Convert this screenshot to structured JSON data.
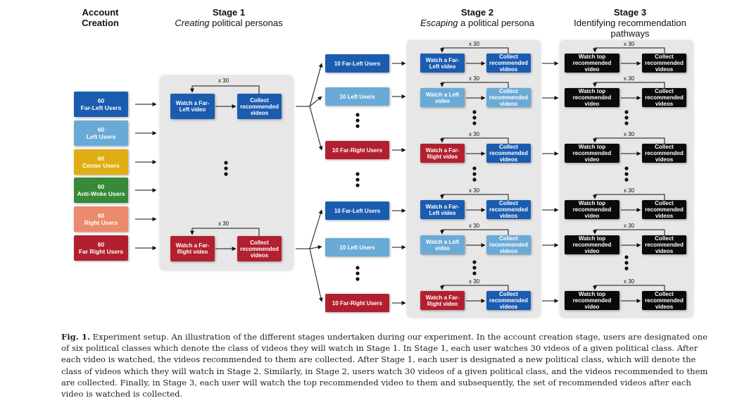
{
  "headers": {
    "account": {
      "line1": "Account",
      "line2": "Creation"
    },
    "stage1": {
      "title": "Stage 1",
      "sub_em": "Creating",
      "sub_rest": " political personas"
    },
    "stage2": {
      "title": "Stage 2",
      "sub_em": "Escaping",
      "sub_rest": " a political persona"
    },
    "stage3": {
      "title": "Stage 3",
      "sub": "Identifying recommendation pathways"
    }
  },
  "accounts": [
    {
      "count": "60",
      "label": "Far-Left Users",
      "color": "#1a5cb0"
    },
    {
      "count": "60",
      "label": "Left Users",
      "color": "#6aaad7"
    },
    {
      "count": "60",
      "label": "Center Users",
      "color": "#e0ad12"
    },
    {
      "count": "60",
      "label": "Anti-Woke Users",
      "color": "#368a38"
    },
    {
      "count": "60",
      "label": "Right Users",
      "color": "#ec8a6c"
    },
    {
      "count": "60",
      "label": "Far Right Users",
      "color": "#b2202f"
    }
  ],
  "stage1": {
    "top": {
      "watch": "Watch a Far-Left video",
      "collect": "Collect recommended videos",
      "repeat": "x 30"
    },
    "bottom": {
      "watch": "Watch a Far-Right video",
      "collect": "Collect recommended videos",
      "repeat": "x 30"
    }
  },
  "reassign": [
    "10 Far-Left Users",
    "10 Left Users",
    "10 Far-Right Users",
    "10 Far-Left Users",
    "10 Left Users",
    "10 Far-Right Users"
  ],
  "stage2_rows": [
    {
      "watch": "Watch a Far-Left video",
      "collect": "Collect recommended videos",
      "repeat": "x 30"
    },
    {
      "watch": "Watch a Left video",
      "collect": "Collect recommended videos",
      "repeat": "x 30"
    },
    {
      "watch": "Watch a Far-Right video",
      "collect": "Collect recommended videos",
      "repeat": "x 30"
    },
    {
      "watch": "Watch a Far-Left video",
      "collect": "Collect recommended videos",
      "repeat": "x 30"
    },
    {
      "watch": "Watch a Left video",
      "collect": "Collect recommended videos",
      "repeat": "x 30"
    },
    {
      "watch": "Watch a Far-Right video",
      "collect": "Collect recommended videos",
      "repeat": "x 30"
    }
  ],
  "stage3_rows": [
    {
      "watch": "Watch top recommended video",
      "collect": "Collect recommended videos",
      "repeat": "x 30"
    },
    {
      "watch": "Watch top recommended video",
      "collect": "Collect recommended videos",
      "repeat": "x 30"
    },
    {
      "watch": "Watch top recommended video",
      "collect": "Collect recommended videos",
      "repeat": "x 30"
    },
    {
      "watch": "Watch top recommended video",
      "collect": "Collect recommended videos",
      "repeat": "x 30"
    },
    {
      "watch": "Watch top recommended video",
      "collect": "Collect recommended videos",
      "repeat": "x 30"
    },
    {
      "watch": "Watch top recommended video",
      "collect": "Collect recommended videos",
      "repeat": "x 30"
    }
  ],
  "caption": {
    "lead": "Fig. 1.",
    "text": " Experiment setup. An illustration of the different stages undertaken during our experiment. In the account creation stage, users are designated one of six political classes which denote the class of videos they will watch in Stage 1. In Stage 1, each user watches 30 videos of a given political class. After each video is watched, the videos recommended to them are collected. After Stage 1, each user is designated a new political class, which will denote the class of videos which they will watch in Stage 2. Similarly, in Stage 2, users watch 30 videos of a given political class, and the videos recommended to them are collected. Finally, in Stage 3, each user will watch the top recommended video to them and subsequently, the set of recommended videos after each video is watched is collected."
  }
}
